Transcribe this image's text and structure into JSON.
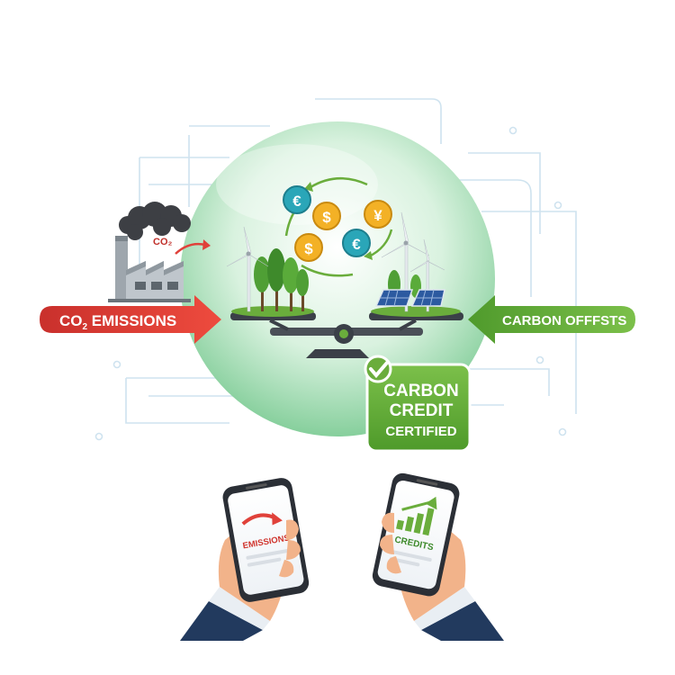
{
  "factory": {
    "co2_tag": "CO₂"
  },
  "emissions_arrow": {
    "label_prefix": "CO",
    "label_sub": "2",
    "label_rest": " EMISSIONS"
  },
  "offsets_arrow": {
    "label": "CARBON OFFFSTS"
  },
  "badge": {
    "line1": "CARBON",
    "line2": "CREDIT",
    "line3": "CERTIFIED"
  },
  "coins": {
    "euro": "€",
    "dollar": "$",
    "yen": "¥"
  },
  "phone_left": {
    "label": "EMISSIONS"
  },
  "phone_right": {
    "label": "CREDITS"
  },
  "colors": {
    "red": "#e0413a",
    "green": "#6aad3c",
    "dark_green": "#2f8a3a",
    "coin_gold": "#f3b126",
    "coin_teal": "#2aa6b8",
    "sphere": "#bfe8c9",
    "suit": "#223a5e"
  }
}
